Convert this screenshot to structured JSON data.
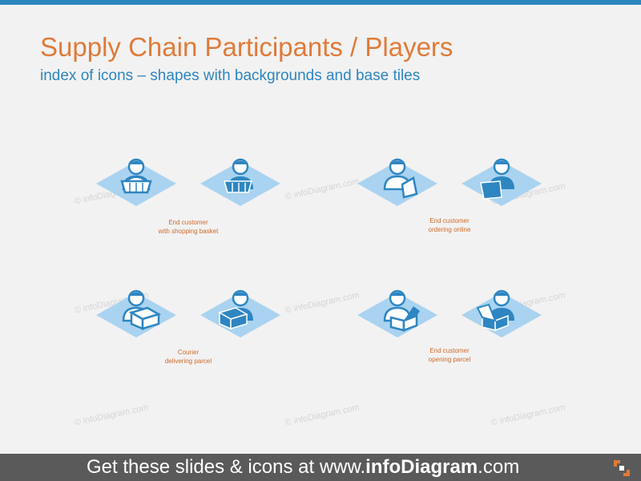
{
  "title": "Supply Chain Participants / Players",
  "subtitle": "index of icons – shapes with backgrounds and base tiles",
  "watermark": "© infoDiagram.com",
  "groups": [
    {
      "caption1": "End customer",
      "caption2": "with shopping basket",
      "icon": "customer-basket"
    },
    {
      "caption1": "End customer",
      "caption2": "ordering online",
      "icon": "customer-laptop"
    },
    {
      "caption1": "Courier",
      "caption2": "delivering parcel",
      "icon": "courier-parcel"
    },
    {
      "caption1": "End customer",
      "caption2": "opening parcel",
      "icon": "customer-open-parcel"
    }
  ],
  "footer": {
    "prefix": "Get these slides & icons at www.",
    "brand": "infoDiagram",
    "suffix": ".com"
  },
  "colors": {
    "accent_orange": "#e07b39",
    "accent_blue": "#2e86c1",
    "tile": "#a9d3f0",
    "footer_bg": "#5a5a5a"
  }
}
